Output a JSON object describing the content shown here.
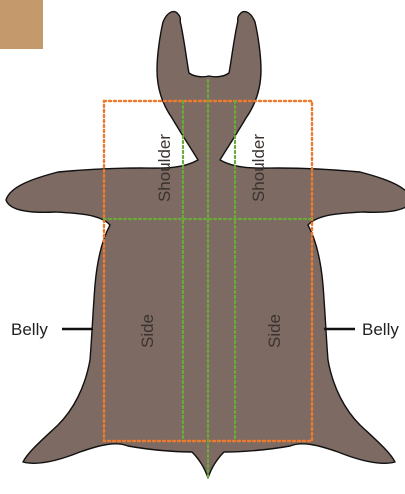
{
  "diagram": {
    "labels": {
      "shoulder_left": "Shoulder",
      "shoulder_right": "Shoulder",
      "side_left": "Side",
      "side_right": "Side",
      "belly_left": "Belly",
      "belly_right": "Belly"
    },
    "colors": {
      "hide": "#7d6a62",
      "hide_stroke": "#111111",
      "swatch": "#c49a6c",
      "crop_outline": "#ee7a2e",
      "backbone_lines": "#6aaa3a",
      "inner_label": "#3a3330",
      "outer_label": "#222222"
    }
  }
}
